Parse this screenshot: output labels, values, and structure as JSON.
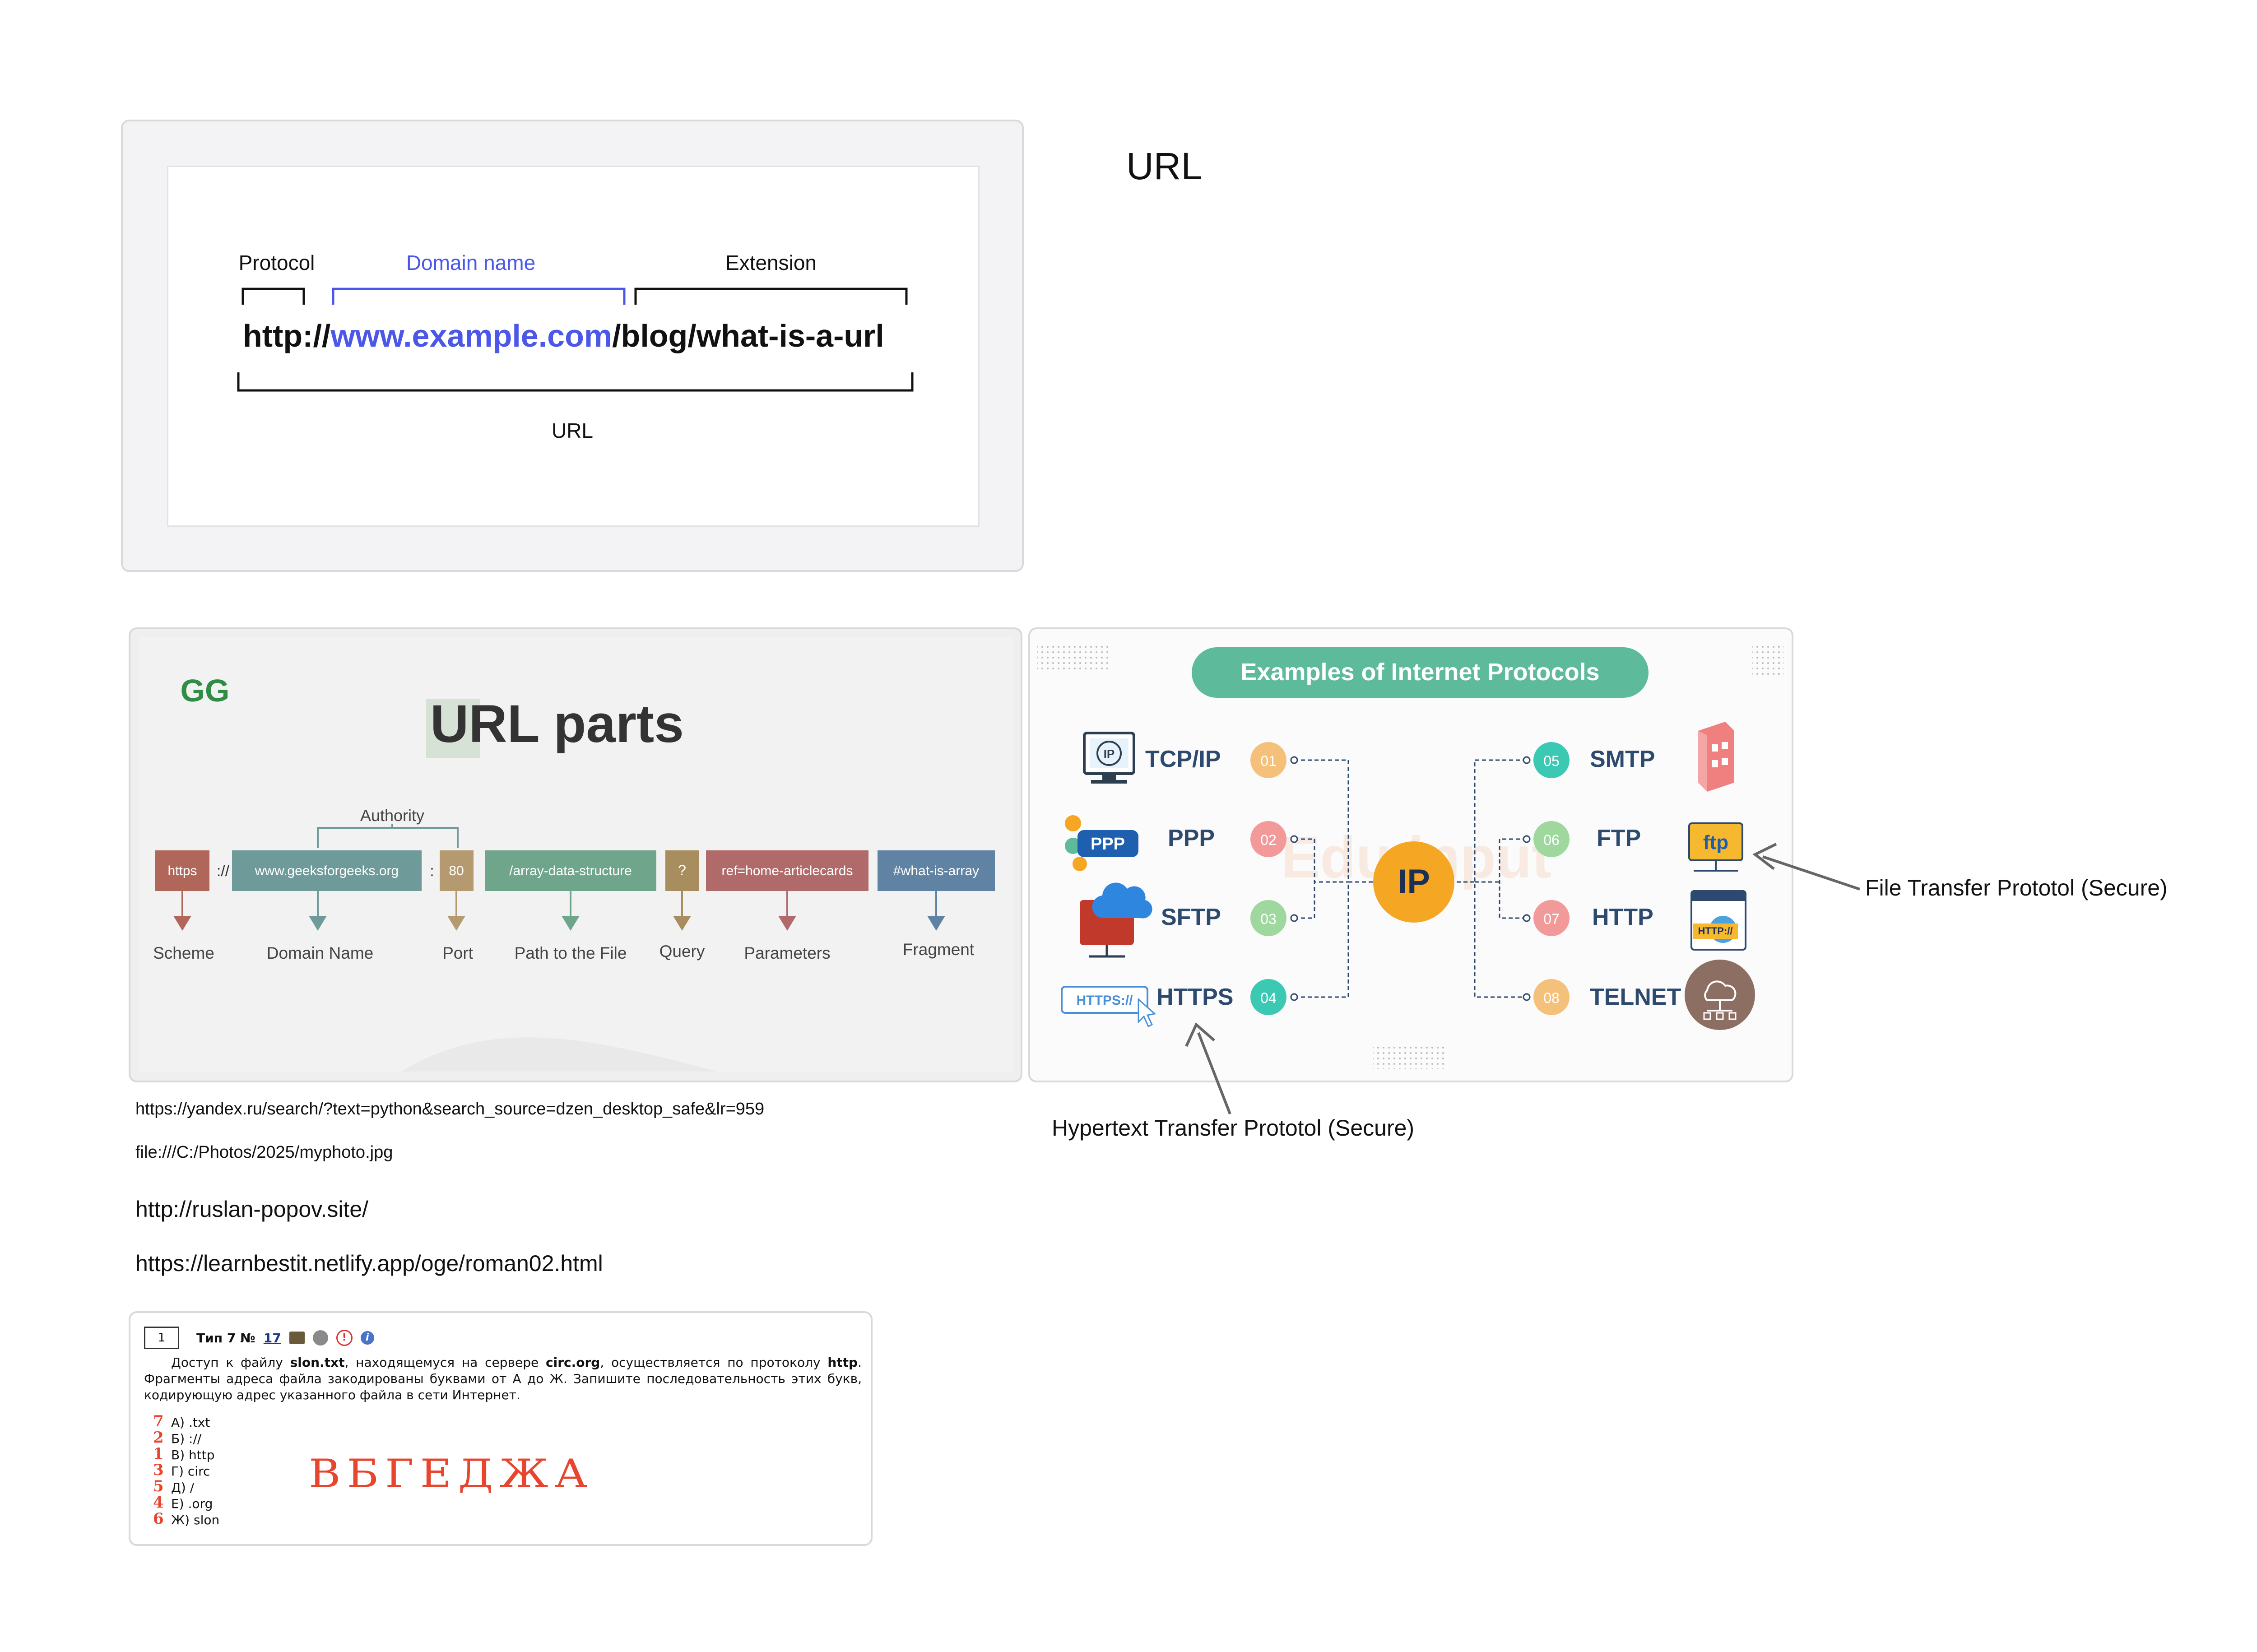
{
  "title": "URL",
  "url_diagram": {
    "protocol_label": "Protocol",
    "domain_label": "Domain name",
    "extension_label": "Extension",
    "url_protocol": "http://",
    "url_domain": "www.example.com",
    "url_path": "/blog/what-is-a-url",
    "url_label": "URL",
    "accent": "#4a57e8"
  },
  "url_parts": {
    "logo": "GG",
    "title": "URL parts",
    "authority_label": "Authority",
    "segments": [
      {
        "text": "https",
        "color": "#b0675a"
      },
      {
        "text": "://",
        "color": "none"
      },
      {
        "text": "www.geeksforgeeks.org",
        "color": "#6f9a9a"
      },
      {
        "text": ":",
        "color": "none"
      },
      {
        "text": "80",
        "color": "#b59a70"
      },
      {
        "text": "/array-data-structure",
        "color": "#6fa58a"
      },
      {
        "text": "?",
        "color": "#a88e5e"
      },
      {
        "text": "ref=home-articlecards",
        "color": "#b06a6a"
      },
      {
        "text": "#what-is-array",
        "color": "#6183a3"
      }
    ],
    "labels": [
      "Scheme",
      "Domain Name",
      "Port",
      "Path to the File",
      "Query",
      "Parameters",
      "Fragment"
    ]
  },
  "protocols": {
    "title": "Examples of Internet Protocols",
    "center": "IP",
    "watermark": "Edu input",
    "left": [
      {
        "num": "01",
        "name": "TCP/IP",
        "color": "#f5c07a"
      },
      {
        "num": "02",
        "name": "PPP",
        "color": "#f29a9a"
      },
      {
        "num": "03",
        "name": "SFTP",
        "color": "#9ed89e"
      },
      {
        "num": "04",
        "name": "HTTPS",
        "color": "#3cc9b4"
      }
    ],
    "right": [
      {
        "num": "05",
        "name": "SMTP",
        "color": "#3cc9b4"
      },
      {
        "num": "06",
        "name": "FTP",
        "color": "#9ed89e"
      },
      {
        "num": "07",
        "name": "HTTP",
        "color": "#f29a9a"
      },
      {
        "num": "08",
        "name": "TELNET",
        "color": "#f5c07a"
      }
    ],
    "icon_labels": {
      "tcp": "IP",
      "ppp": "PPP",
      "https": "HTTPS://",
      "ftp": "ftp",
      "http": "HTTP://"
    },
    "accent": "#5dbb9c"
  },
  "annotations": {
    "ftp": "File Transfer Prototol (Secure)",
    "https": "Hypertext Transfer Prototol (Secure)"
  },
  "examples": {
    "url1": "https://yandex.ru/search/?text=python&search_source=dzen_desktop_safe&lr=959",
    "url2": "file:///C:/Photos/2025/myphoto.jpg",
    "url3": "http://ruslan-popov.site/",
    "url4": "https://learnbestit.netlify.app/oge/roman02.html"
  },
  "task": {
    "number": "1",
    "type_label": "Тип 7 №",
    "type_num": "17",
    "body_1": "Доступ к файлу ",
    "body_file": "slon.txt",
    "body_2": ", находящемуся на сервере ",
    "body_server": "circ.org",
    "body_3": ", осуществляется по протоколу ",
    "body_proto": "http",
    "body_4": ". Фрагменты адреса файла закодированы буквами от А до Ж. Запишите последовательность этих букв, кодирующую адрес указанного файла в сети Интернет.",
    "options": [
      "А) .txt",
      "Б) ://",
      "В) http",
      "Г) circ",
      "Д) /",
      "Е) .org",
      "Ж) slon"
    ],
    "marks": [
      "7",
      "2",
      "1",
      "3",
      "5",
      "4",
      "6"
    ],
    "answer": "ВБГЕДЖА",
    "ink": "#e8452f"
  }
}
